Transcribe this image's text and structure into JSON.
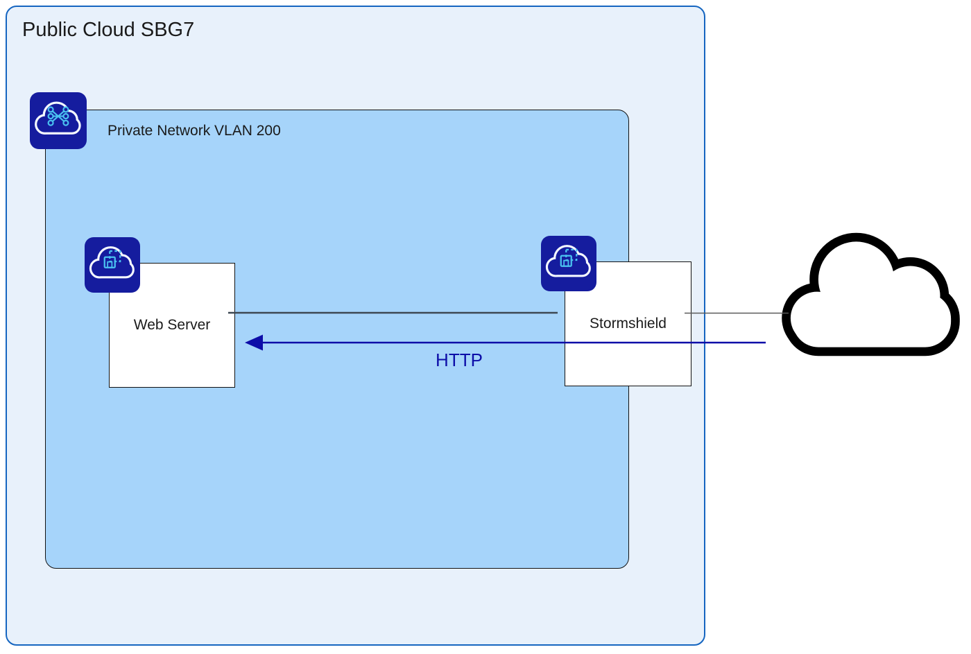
{
  "zones": {
    "public_cloud": {
      "label": "Public Cloud SBG7"
    },
    "private_network": {
      "label": "Private Network VLAN 200"
    }
  },
  "nodes": {
    "web_server": {
      "label": "Web Server"
    },
    "stormshield": {
      "label": "Stormshield"
    }
  },
  "connections": {
    "http_flow": {
      "label": "HTTP",
      "direction": "internet-to-web-server"
    },
    "web_server_to_stormshield": {
      "label": ""
    },
    "stormshield_to_internet": {
      "label": ""
    }
  },
  "icons": {
    "private_network_icon": "vrack-network-icon",
    "web_server_icon": "cloud-instance-icon",
    "stormshield_icon": "cloud-instance-icon",
    "internet_icon": "internet-cloud-icon"
  },
  "colors": {
    "outer_fill": "#e8f1fb",
    "outer_border": "#1565c0",
    "inner_fill": "#a6d4fa",
    "inner_border": "#111111",
    "node_fill": "#ffffff",
    "node_border": "#111111",
    "icon_bg": "#151c9e",
    "icon_glyph": "#4ac1f0",
    "icon_outline": "#f4f8ff",
    "arrow_blue": "#0d0da8",
    "line_dark": "#3d4852",
    "line_gray": "#5a5a5a",
    "cloud_stroke": "#000000"
  }
}
